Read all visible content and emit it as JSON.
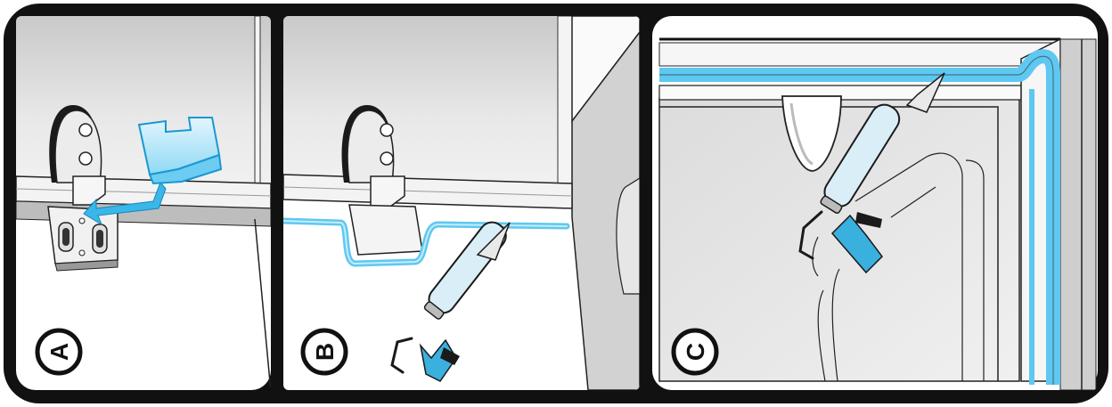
{
  "panels": [
    {
      "label": "A",
      "description_hidden": ""
    },
    {
      "label": "B"
    },
    {
      "label": "C"
    }
  ],
  "colors": {
    "frame": "#111111",
    "sealant": "#5ec8f0",
    "sealant_light": "#c6ecfa",
    "sealant_dark": "#2ba7d9",
    "glass": "#e6e6e6",
    "glass_shade": "#cfcfcf",
    "metal": "#f4f4f4",
    "gun_body": "#d9eef7",
    "gun_handle": "#3ab0df"
  },
  "icons": [
    "hinge-icon",
    "hinge-cover-icon",
    "arrow-icon",
    "sealant-gun-icon",
    "sealant-bead-icon"
  ]
}
